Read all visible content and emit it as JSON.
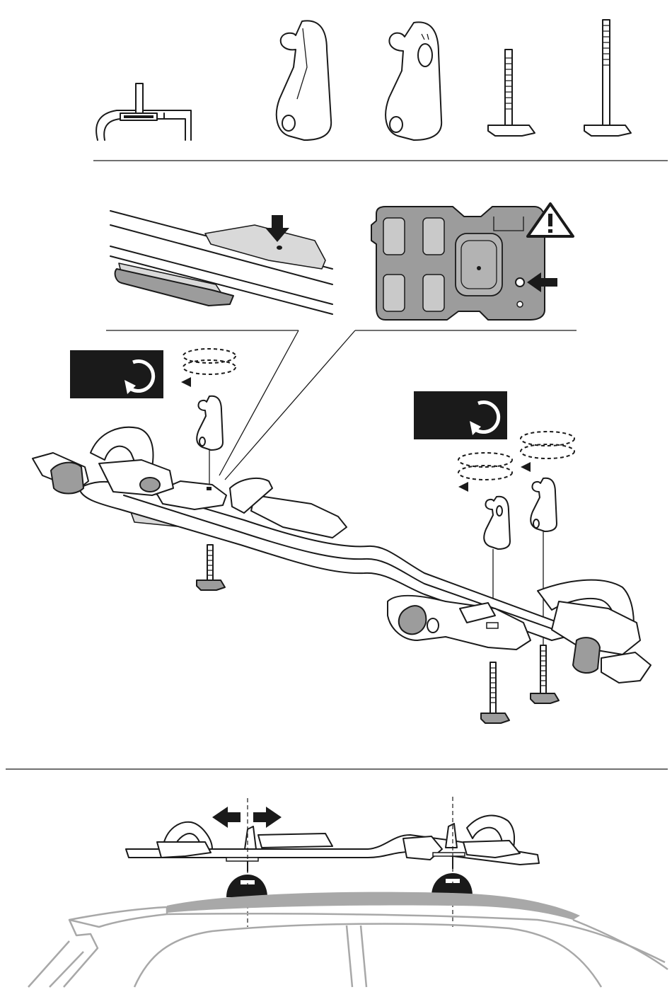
{
  "steps": [
    {
      "id": "parts-overview"
    },
    {
      "id": "mounting-detail"
    },
    {
      "id": "positioning-on-roof"
    }
  ],
  "icons": {
    "warning": "warning-triangle-icon",
    "rotate_left": "rotate-clockwise-icon",
    "rotate_right": "rotate-clockwise-icon",
    "push_down": "arrow-down-icon",
    "push_left": "arrow-left-icon",
    "adjust": "double-arrow-icon"
  },
  "colors": {
    "line": "#1a1a1a",
    "panel": "#1a1a1a",
    "part_grey": "#9c9c9c",
    "roof_bar": "#a8a8a8"
  }
}
